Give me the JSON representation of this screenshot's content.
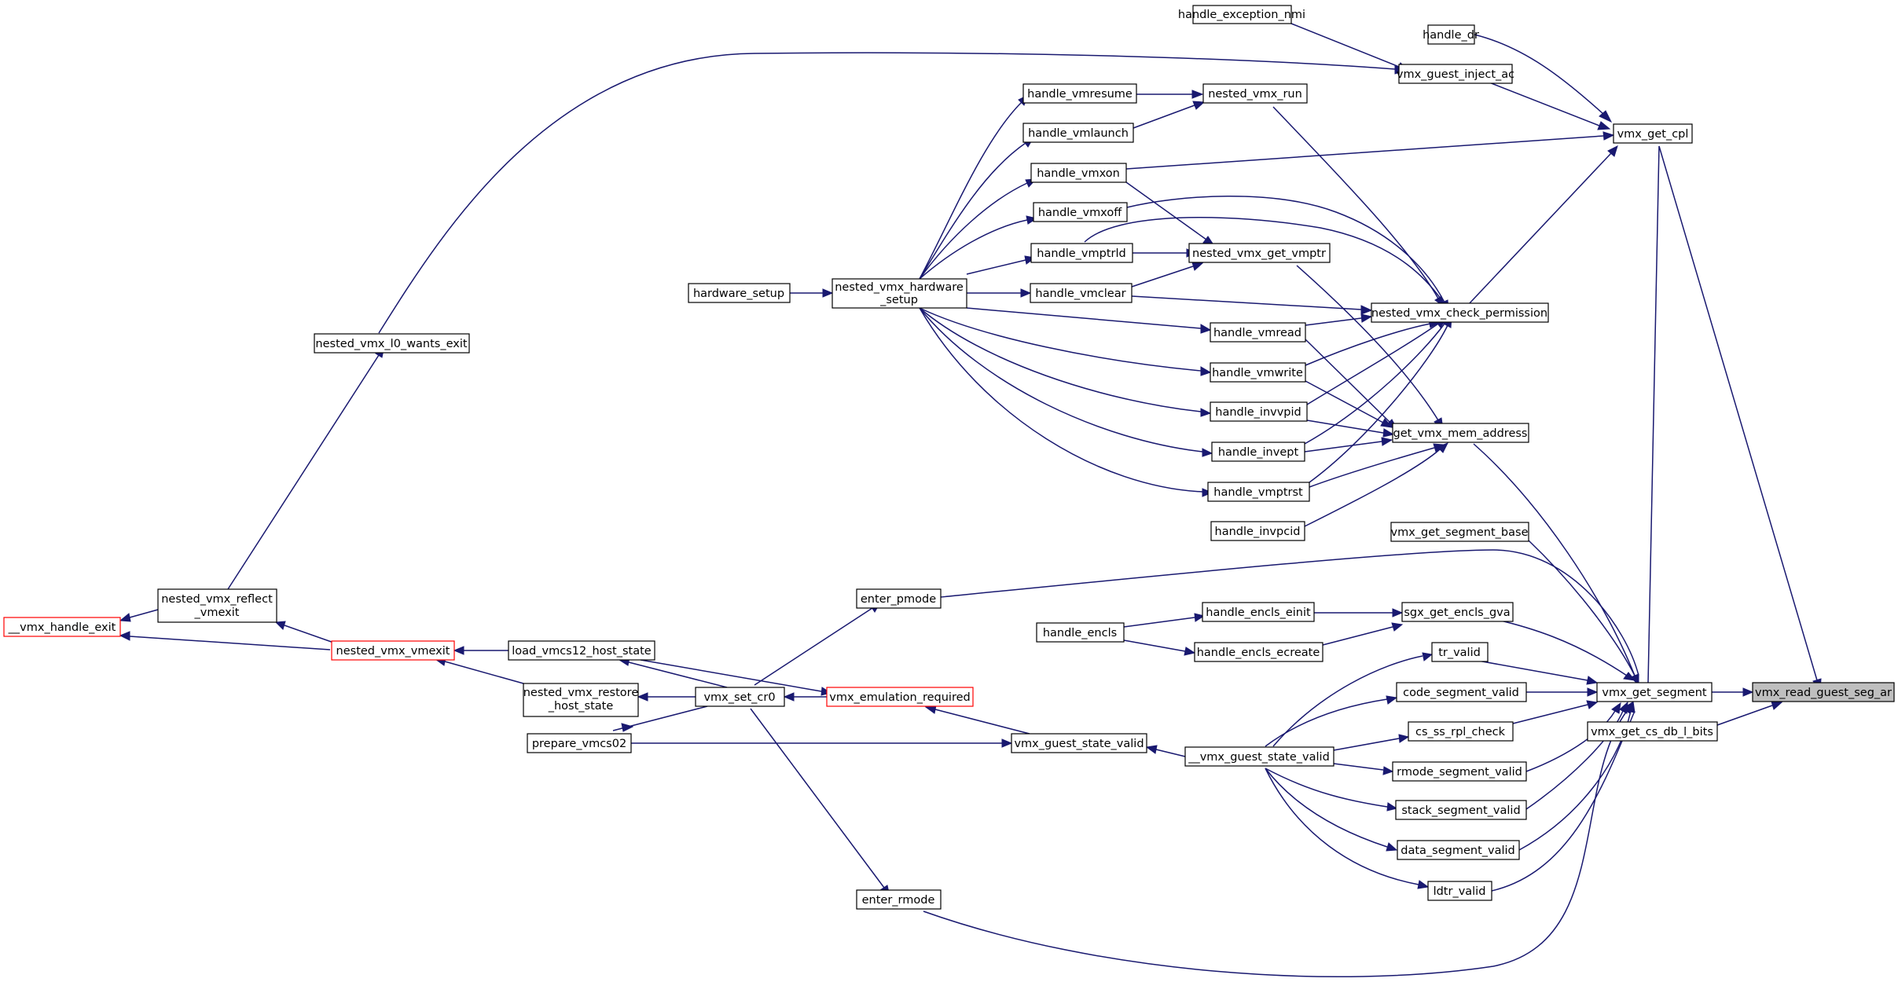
{
  "graph": {
    "nodes": {
      "handle_exception_nmi": "handle_exception_nmi",
      "handle_dr": "handle_dr",
      "vmx_guest_inject_ac": "vmx_guest_inject_ac",
      "vmx_get_cpl": "vmx_get_cpl",
      "handle_vmresume": "handle_vmresume",
      "nested_vmx_run": "nested_vmx_run",
      "handle_vmlaunch": "handle_vmlaunch",
      "handle_vmxon": "handle_vmxon",
      "handle_vmxoff": "handle_vmxoff",
      "handle_vmptrld": "handle_vmptrld",
      "nested_vmx_get_vmptr": "nested_vmx_get_vmptr",
      "hardware_setup": "hardware_setup",
      "nested_vmx_hardware_setup_l1": "nested_vmx_hardware",
      "nested_vmx_hardware_setup_l2": "_setup",
      "handle_vmclear": "handle_vmclear",
      "nested_vmx_check_permission": "nested_vmx_check_permission",
      "nested_vmx_l0_wants_exit": "nested_vmx_l0_wants_exit",
      "handle_vmread": "handle_vmread",
      "handle_vmwrite": "handle_vmwrite",
      "handle_invvpid": "handle_invvpid",
      "get_vmx_mem_address": "get_vmx_mem_address",
      "handle_invept": "handle_invept",
      "handle_vmptrst": "handle_vmptrst",
      "handle_invpcid": "handle_invpcid",
      "vmx_get_segment_base": "vmx_get_segment_base",
      "nested_vmx_reflect_vmexit_l1": "nested_vmx_reflect",
      "nested_vmx_reflect_vmexit_l2": "_vmexit",
      "enter_pmode": "enter_pmode",
      "handle_encls_einit": "handle_encls_einit",
      "sgx_get_encls_gva": "sgx_get_encls_gva",
      "vmx_handle_exit": "__vmx_handle_exit",
      "handle_encls": "handle_encls",
      "nested_vmx_vmexit": "nested_vmx_vmexit",
      "load_vmcs12_host_state": "load_vmcs12_host_state",
      "handle_encls_ecreate": "handle_encls_ecreate",
      "tr_valid": "tr_valid",
      "nested_vmx_restore_host_state_l1": "nested_vmx_restore",
      "nested_vmx_restore_host_state_l2": "_host_state",
      "vmx_set_cr0": "vmx_set_cr0",
      "vmx_emulation_required": "vmx_emulation_required",
      "code_segment_valid": "code_segment_valid",
      "vmx_get_segment": "vmx_get_segment",
      "vmx_read_guest_seg_ar": "vmx_read_guest_seg_ar",
      "vmx_get_cs_db_l_bits": "vmx_get_cs_db_l_bits",
      "cs_ss_rpl_check": "cs_ss_rpl_check",
      "prepare_vmcs02": "prepare_vmcs02",
      "vmx_guest_state_valid": "vmx_guest_state_valid",
      "__vmx_guest_state_valid": "__vmx_guest_state_valid",
      "rmode_segment_valid": "rmode_segment_valid",
      "stack_segment_valid": "stack_segment_valid",
      "data_segment_valid": "data_segment_valid",
      "ldtr_valid": "ldtr_valid",
      "enter_rmode": "enter_rmode"
    }
  }
}
